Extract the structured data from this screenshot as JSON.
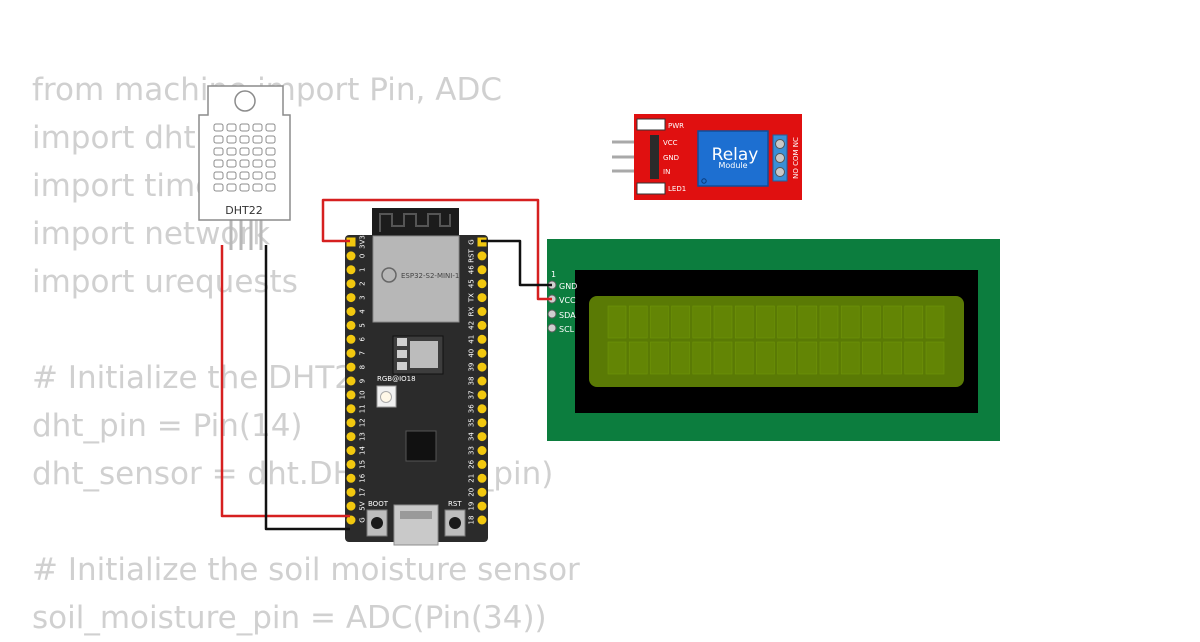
{
  "code_lines": [
    "from machine import Pin, ADC",
    "import dht",
    "import time",
    "import network",
    "import urequests",
    "",
    "# Initialize the DHT22",
    "dht_pin = Pin(14)",
    "dht_sensor = dht.DHT22(dht_pin)",
    "",
    "# Initialize the soil moisture sensor",
    "soil_moisture_pin = ADC(Pin(34))"
  ],
  "dht22": {
    "label": "DHT22"
  },
  "esp32": {
    "module_label": "ESP32-S2-MINI-1",
    "rgb_label": "RGB@IO18",
    "boot_label": "BOOT",
    "rst_label": "RST",
    "left_pins": [
      "3V3",
      "0",
      "1",
      "2",
      "3",
      "4",
      "5",
      "6",
      "7",
      "8",
      "9",
      "10",
      "11",
      "12",
      "13",
      "14",
      "15",
      "16",
      "17",
      "5V",
      "G"
    ],
    "right_pins": [
      "G",
      "RST",
      "46",
      "45",
      "TX",
      "RX",
      "42",
      "41",
      "40",
      "39",
      "38",
      "37",
      "36",
      "35",
      "34",
      "33",
      "26",
      "21",
      "20",
      "19",
      "18"
    ]
  },
  "relay": {
    "pwr_label": "PWR",
    "led_label": "LED1",
    "pins": [
      "VCC",
      "GND",
      "IN"
    ],
    "title": "Relay",
    "subtitle": "Module",
    "terminals": "NO COM NC"
  },
  "lcd": {
    "pin_number": "1",
    "pins": [
      "GND",
      "VCC",
      "SDA",
      "SCL"
    ]
  },
  "colors": {
    "code": "#d0d0d0",
    "wire_red": "#d62020",
    "wire_black": "#111111",
    "board": "#2b2b2b",
    "pin_gold": "#f2c80f",
    "relay_red": "#e01010",
    "relay_blue": "#1d6fd1",
    "lcd_green": "#0c7d3e",
    "lcd_screen": "#5a7a05"
  }
}
